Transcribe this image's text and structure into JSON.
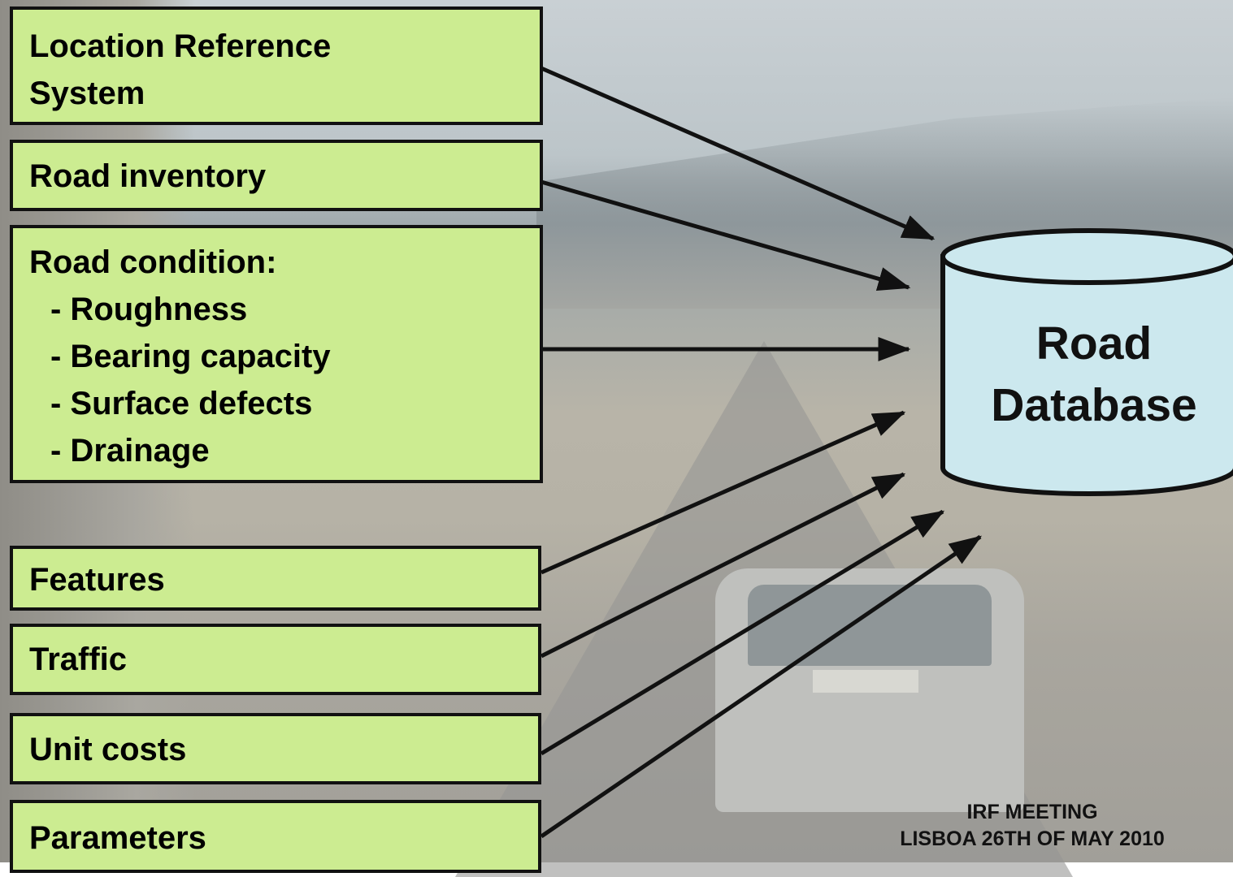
{
  "inputs": {
    "location_reference": {
      "lines": [
        "Location Reference",
        "System"
      ]
    },
    "road_inventory": {
      "lines": [
        "Road inventory"
      ]
    },
    "road_condition": {
      "title": "Road condition:",
      "items": [
        "- Roughness",
        "- Bearing capacity",
        "- Surface defects",
        "- Drainage"
      ]
    },
    "features": {
      "label": "Features"
    },
    "traffic": {
      "label": "Traffic"
    },
    "unit_costs": {
      "label": "Unit costs"
    },
    "parameters": {
      "label": "Parameters"
    }
  },
  "database": {
    "lines": [
      "Road",
      "Database"
    ]
  },
  "footer": {
    "lines": [
      "IRF MEETING",
      "LISBOA 26TH OF MAY 2010"
    ]
  },
  "colors": {
    "box_fill": "#ccec91",
    "db_fill": "#cce8ee",
    "stroke": "#111111"
  }
}
